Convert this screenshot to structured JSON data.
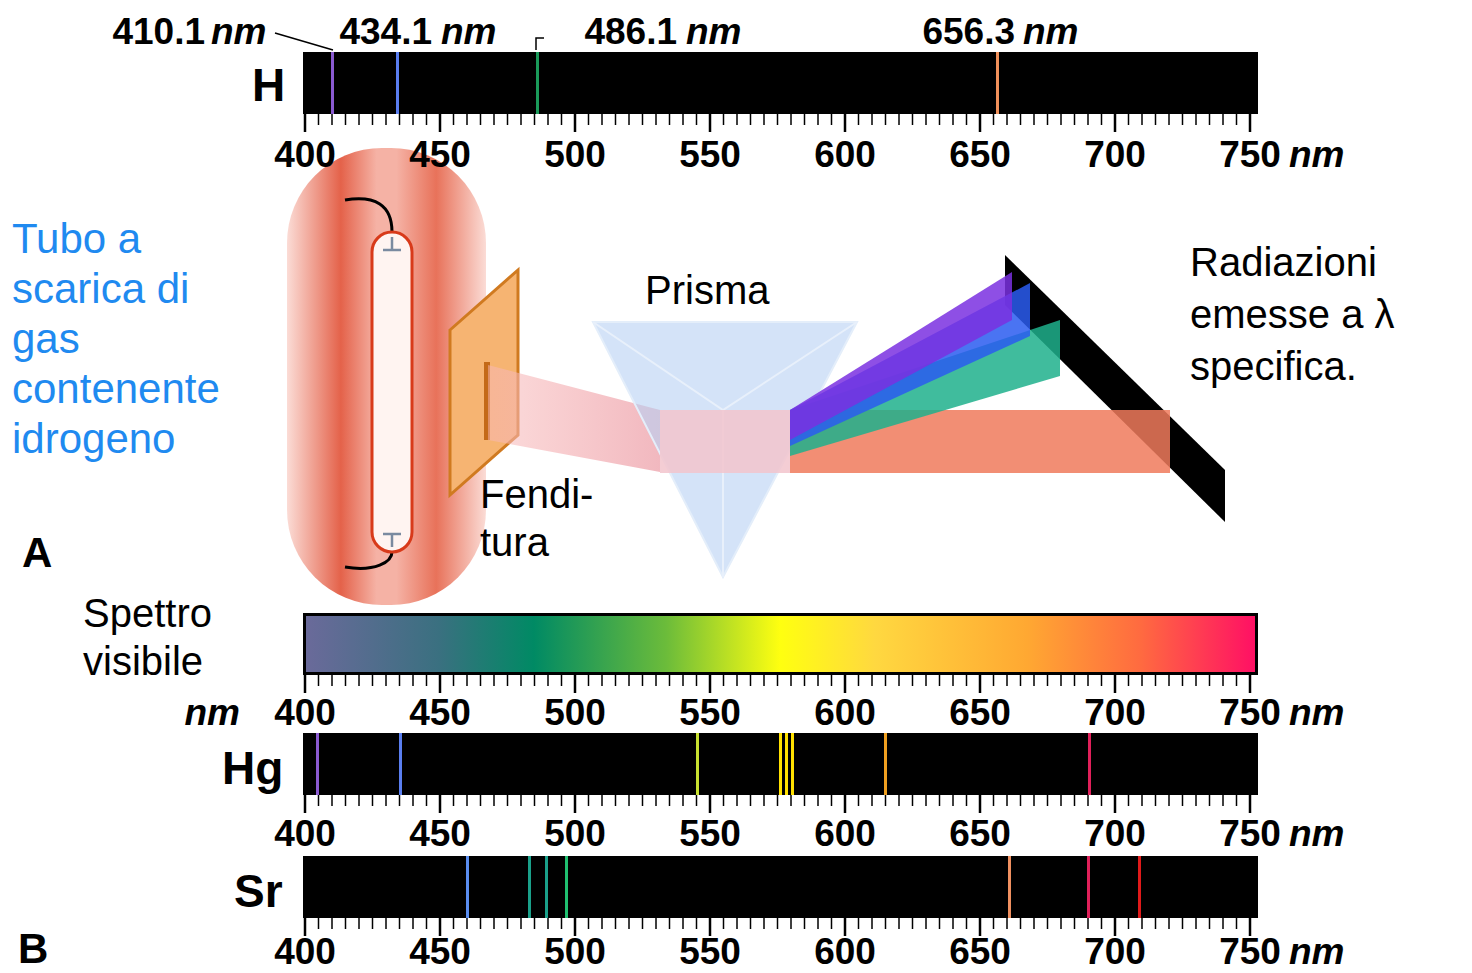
{
  "diagram": {
    "nodes": [
      {
        "text": [
          "H"
        ]
      },
      {
        "text": [
          "Spettro visibile"
        ]
      },
      {
        "text": [
          "Hg"
        ]
      },
      {
        "text": [
          "Sr"
        ]
      }
    ],
    "labels": [
      "410.1",
      "nm",
      "434.1",
      "nm",
      "486.1",
      "nm",
      "656.3",
      "nm",
      "400",
      "450",
      "500",
      "550",
      "600",
      "650",
      "700",
      "750",
      "nm",
      "Tubo a scarica di gas contenente idrogeno",
      "Prisma",
      "Fendi- tura",
      "Radiazioni emesse a λ specifica.",
      "A",
      "nm",
      "400",
      "450",
      "500",
      "550",
      "600",
      "650",
      "700",
      "750",
      "nm",
      "400",
      "450",
      "500",
      "550",
      "600",
      "650",
      "700",
      "750",
      "nm",
      "400",
      "450",
      "500",
      "550",
      "600",
      "650",
      "700",
      "750",
      "nm",
      "B"
    ]
  }
}
